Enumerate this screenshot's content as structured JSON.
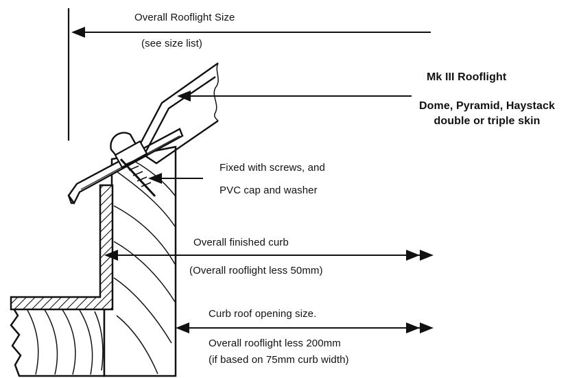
{
  "labels": {
    "overall_size": "Overall Rooflight Size",
    "see_size_list": "(see size list)",
    "product_name": "Mk III Rooflight",
    "product_variants_line1": "Dome, Pyramid, Haystack",
    "product_variants_line2": "double or triple skin",
    "fixing_line1": "Fixed with screws, and",
    "fixing_line2": "PVC cap and washer",
    "finished_curb": "Overall finished curb",
    "finished_curb_note": "(Overall rooflight less 50mm)",
    "roof_opening": "Curb roof opening size.",
    "roof_opening_note1": "Overall rooflight less 200mm",
    "roof_opening_note2": "(if based on 75mm curb width)"
  }
}
